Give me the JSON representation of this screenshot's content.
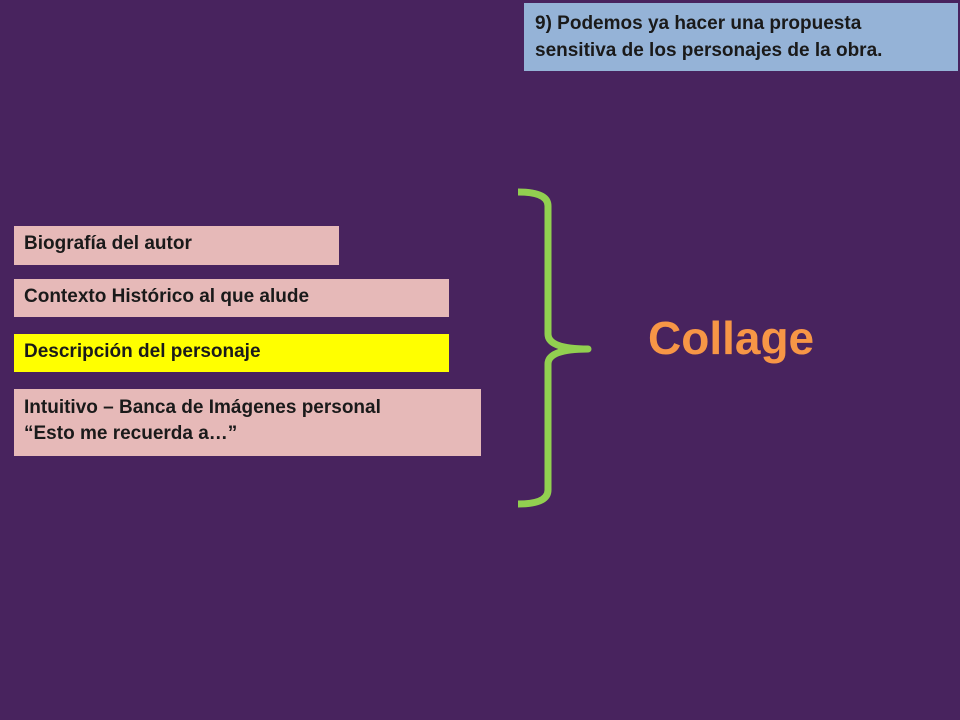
{
  "note": {
    "line1": "9) Podemos ya hacer una propuesta",
    "line2": "sensitiva de los personajes de la obra."
  },
  "items": [
    {
      "label": "Biografía del autor",
      "color": "#e6b9b8"
    },
    {
      "label": "Contexto Histórico al que alude",
      "color": "#e6b9b8"
    },
    {
      "label": "Descripción del personaje",
      "color": "#ffff00"
    },
    {
      "line1": "Intuitivo – Banca de Imágenes personal",
      "line2": "“Esto me recuerda a…”",
      "color": "#e6b9b8"
    }
  ],
  "result": {
    "label": "Collage",
    "color": "#f79646"
  },
  "colors": {
    "background": "#48235e",
    "note": "#95b3d7",
    "brace": "#92d050"
  }
}
